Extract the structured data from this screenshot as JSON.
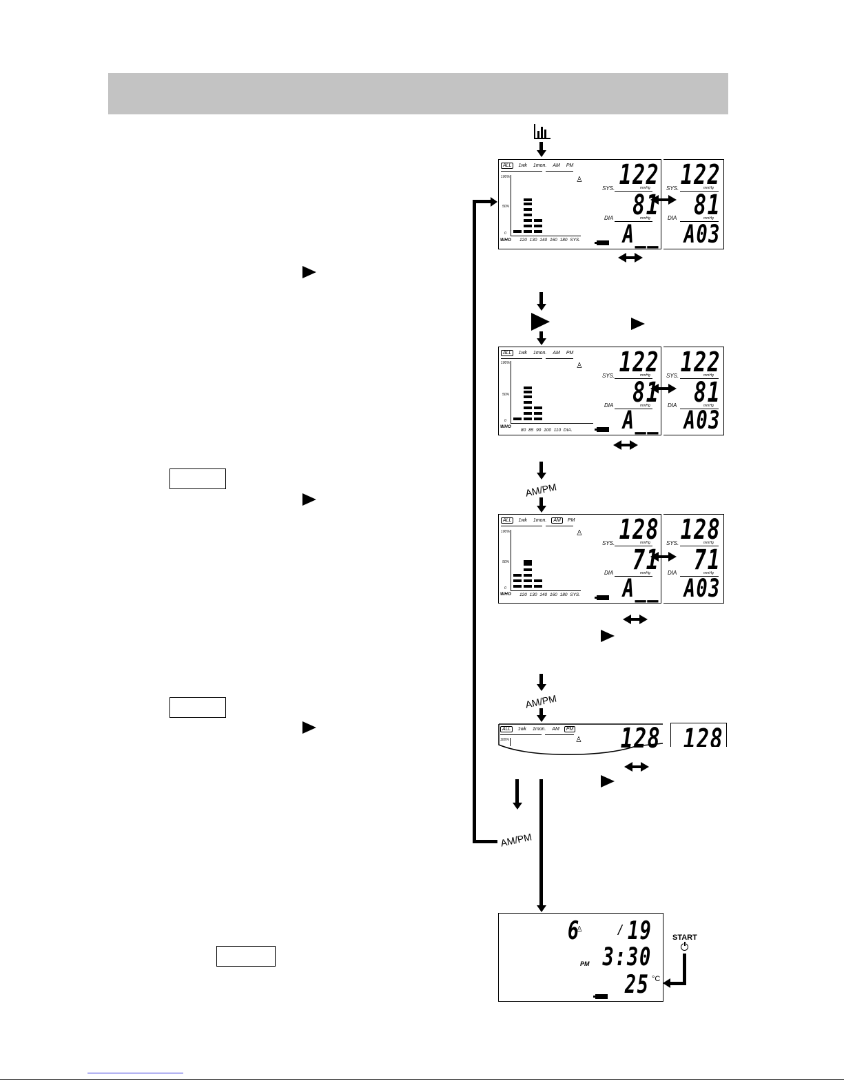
{
  "tabs": [
    "ALL",
    "1wk",
    "1mon.",
    "AM",
    "PM"
  ],
  "panels": [
    {
      "sys": "122",
      "dia": "81",
      "avg": "A__",
      "alt": "A03",
      "sys_label": "SYS.",
      "dia_label": "DIA",
      "unit": "mmHg",
      "selected_tabs": [
        "ALL"
      ],
      "y_labels": [
        "100%",
        "50%",
        "0"
      ],
      "who": "WHO",
      "x_ticks": "120 130 140 160 180 SYS."
    },
    {
      "sys": "122",
      "dia": "81",
      "avg": "A__",
      "alt": "A03",
      "sys_label": "SYS.",
      "dia_label": "DIA",
      "unit": "mmHg",
      "selected_tabs": [
        "ALL"
      ],
      "y_labels": [
        "100%",
        "50%",
        "0"
      ],
      "who": "WHO",
      "x_ticks": "80 85 90 100 110 DIA."
    },
    {
      "sys": "128",
      "dia": "71",
      "avg": "A__",
      "alt": "A03",
      "sys_label": "SYS.",
      "dia_label": "DIA",
      "unit": "mmHg",
      "selected_tabs": [
        "ALL",
        "AM"
      ],
      "y_labels": [
        "100%",
        "50%",
        "0"
      ],
      "who": "WHO",
      "x_ticks": "120 130 140 160 180 SYS."
    },
    {
      "sys": "128",
      "alt_sys": "128",
      "selected_tabs": [
        "ALL",
        "PM"
      ],
      "y_labels": [
        "100%"
      ]
    }
  ],
  "ampm_label": "AM/PM",
  "clock_panel": {
    "date_month": "6",
    "date_day": "19",
    "time": "3:30",
    "ampm": "PM",
    "temp": "25",
    "temp_unit": "°C"
  },
  "start_label": "START"
}
